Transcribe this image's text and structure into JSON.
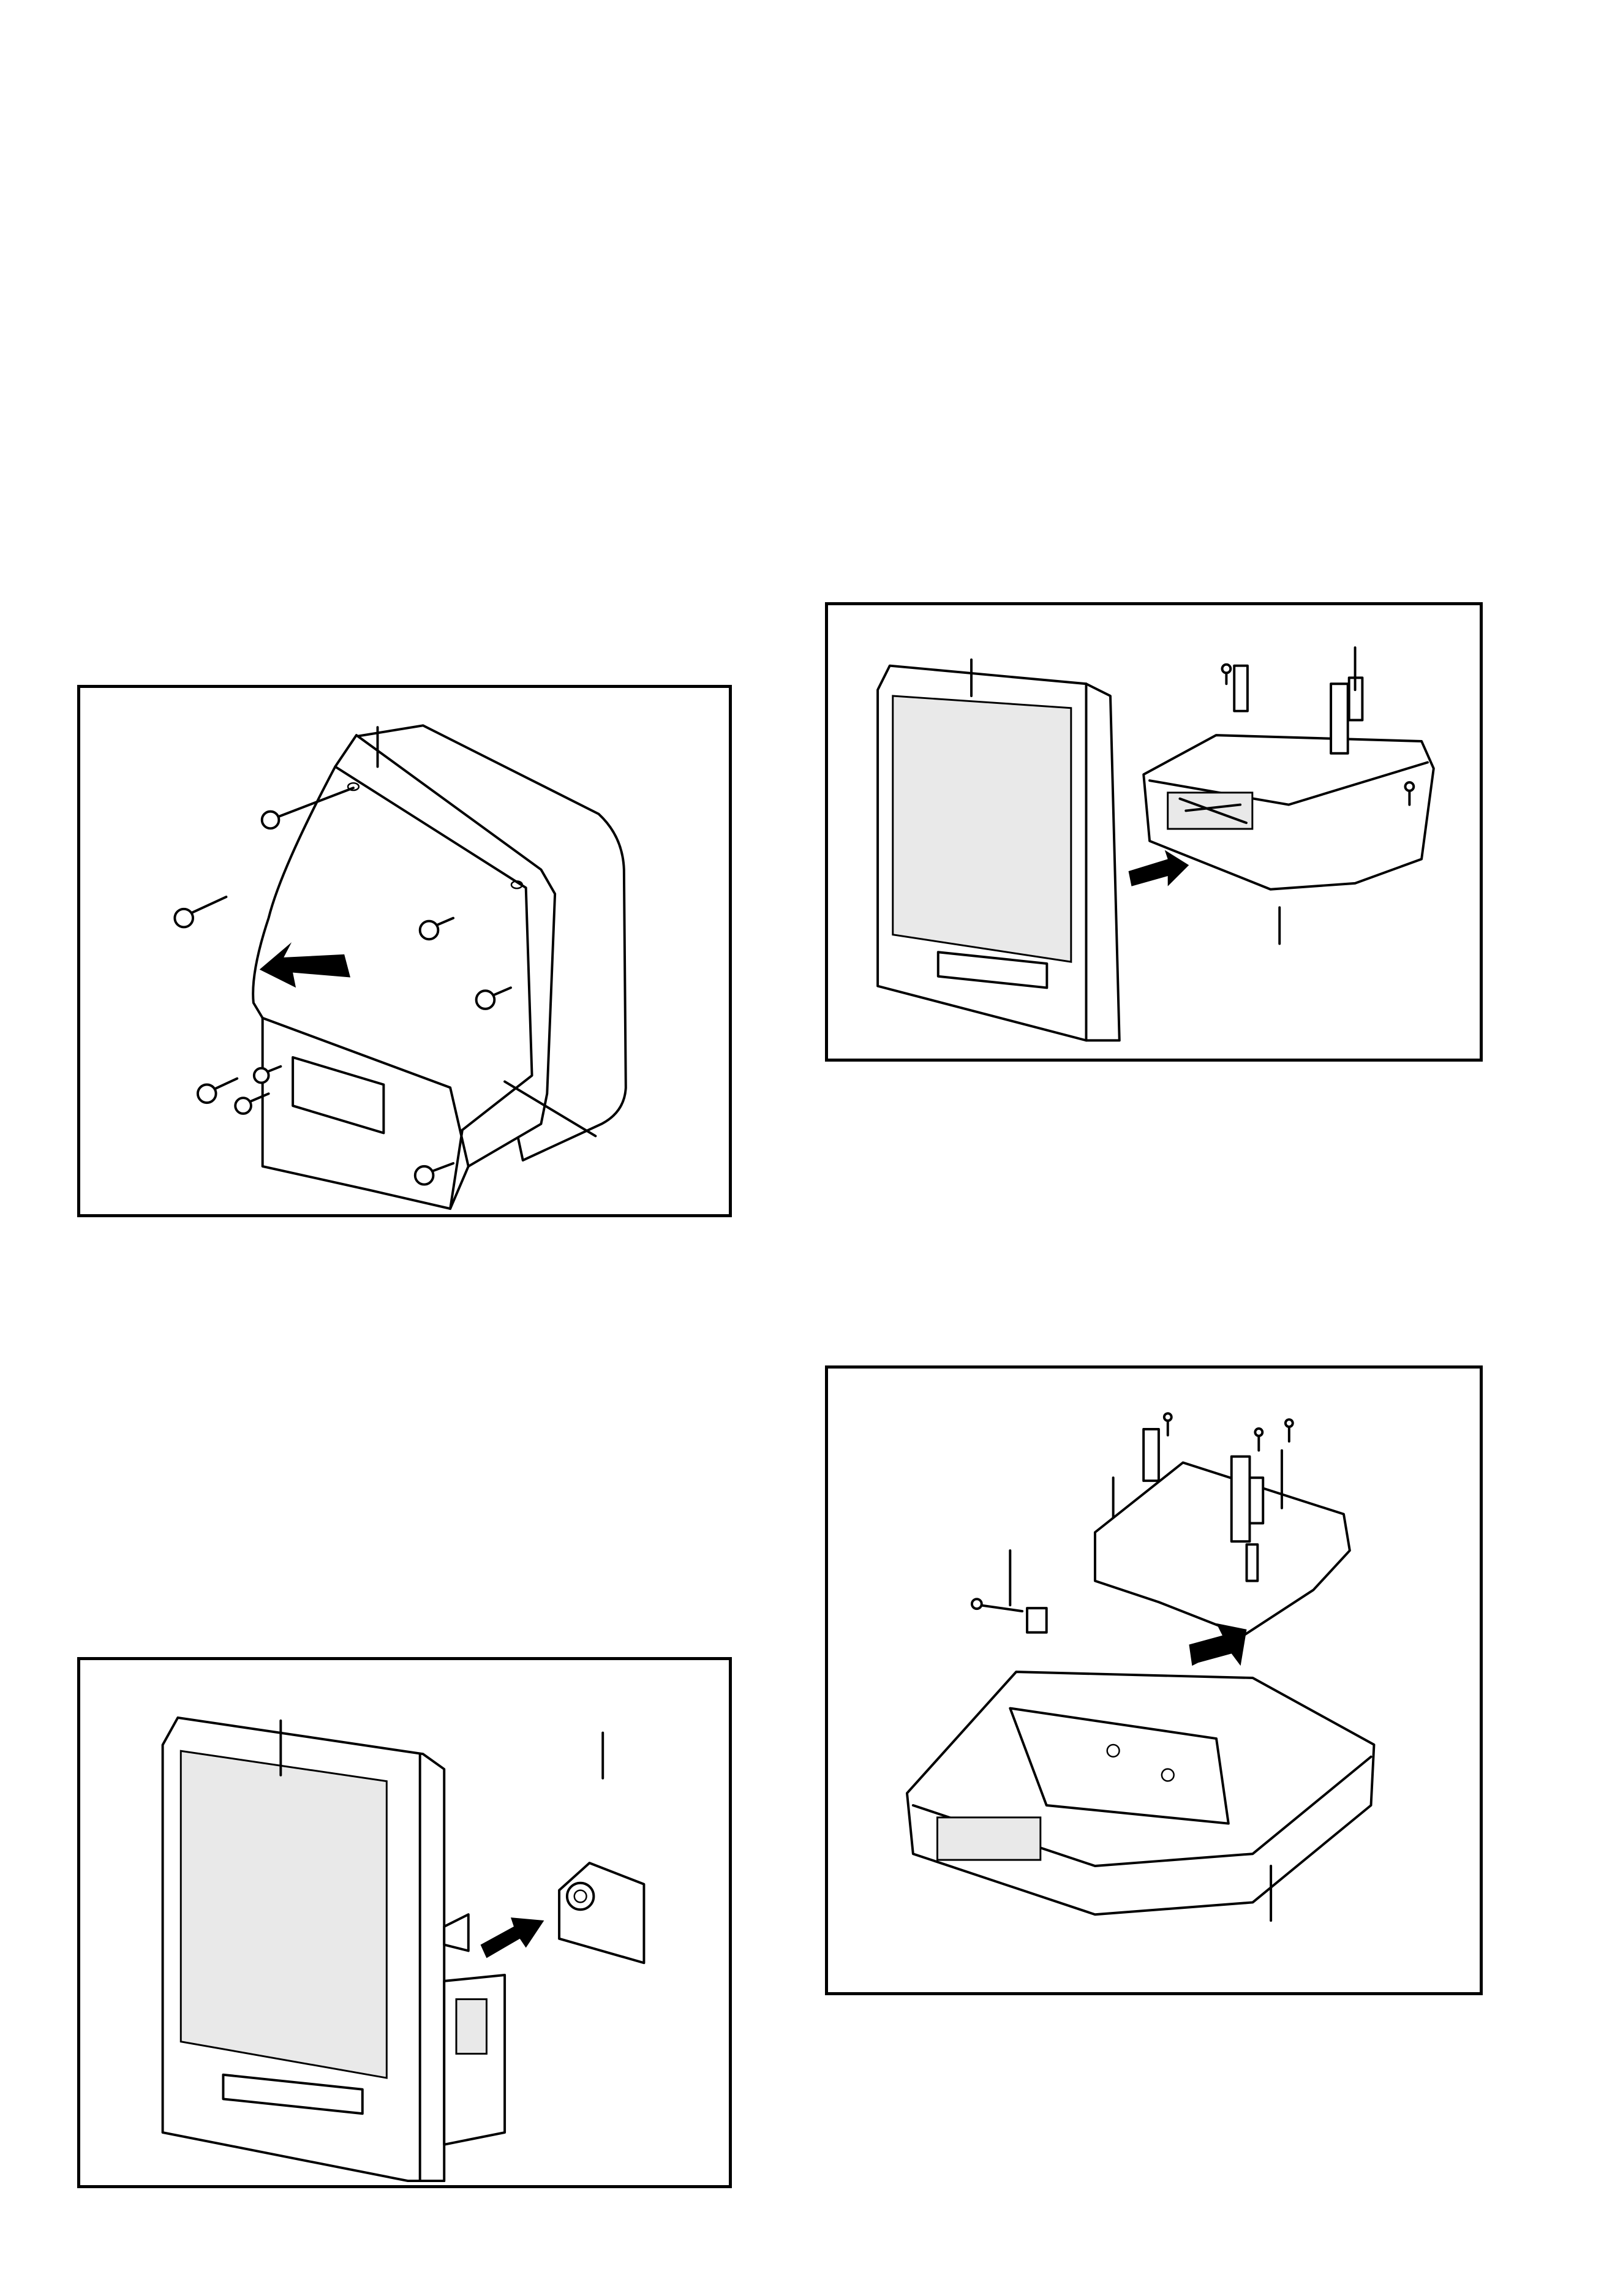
{
  "figures": [
    {
      "id": "fig-back-cabinet-removal",
      "callouts": []
    },
    {
      "id": "fig-chassis-removal",
      "callouts": []
    },
    {
      "id": "fig-crt-board-removal",
      "callouts": []
    },
    {
      "id": "fig-main-board-removal",
      "callouts": []
    }
  ],
  "colors": {
    "ink": "#000000",
    "paper": "#ffffff",
    "panel_fill": "#e9e9e9"
  },
  "icons": [
    "screw-icon",
    "direction-arrow-icon"
  ]
}
